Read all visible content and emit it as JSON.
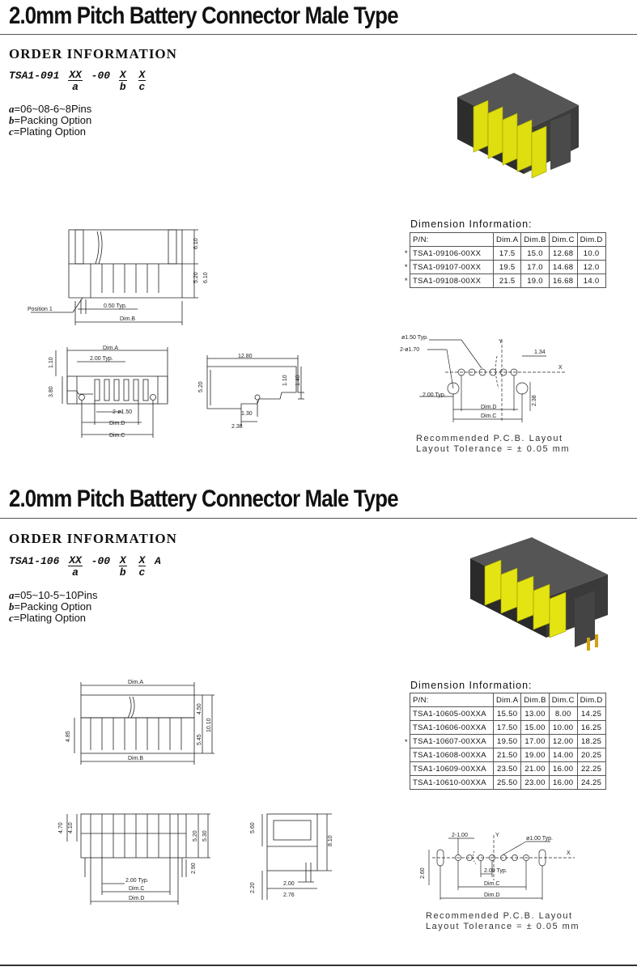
{
  "sections": [
    {
      "title": "2.0mm Pitch Battery Connector Male Type",
      "order_heading": "ORDER  INFORMATION",
      "pn_prefix": "TSA1-091",
      "pn_a": "XX",
      "pn_a_label": "a",
      "pn_mid": "-00",
      "pn_b": "X",
      "pn_b_label": "b",
      "pn_c": "X",
      "pn_c_label": "c",
      "pn_suffix": "",
      "options": [
        {
          "key": "a",
          "text": "=06~08-6~8Pins"
        },
        {
          "key": "b",
          "text": "=Packing  Option"
        },
        {
          "key": "c",
          "text": "=Plating  Option"
        }
      ],
      "dimension_heading": "Dimension  Information:",
      "table_header": [
        "P/N:",
        "Dim.A",
        "Dim.B",
        "Dim.C",
        "Dim.D"
      ],
      "table_rows": [
        {
          "star": "*",
          "cells": [
            "TSA1-09106-00XX",
            "17.5",
            "15.0",
            "12.68",
            "10.0"
          ]
        },
        {
          "star": "*",
          "cells": [
            "TSA1-09107-00XX",
            "19.5",
            "17.0",
            "14.68",
            "12.0"
          ]
        },
        {
          "star": "*",
          "cells": [
            "TSA1-09108-00XX",
            "21.5",
            "19.0",
            "16.68",
            "14.0"
          ]
        }
      ],
      "labels": {
        "d610": "6.10",
        "d520": "5.20",
        "d610b": "6.10",
        "position1": "Position 1",
        "d050": "0.50 Typ.",
        "dimB": "Dim.B",
        "dimA": "Dim.A",
        "d200typ": "2.00 Typ.",
        "d110": "1.10",
        "d380": "3.80",
        "d2phi150": "2-ø1.50",
        "dimD": "Dim.D",
        "dimC": "Dim.C",
        "d1280": "12.80",
        "d520s": "5.20",
        "d110s": "1.10",
        "d140": "1.40",
        "d130": "1.30",
        "d238": "2.38",
        "phi150typ": "ø1.50 Typ.",
        "d2phi170": "2-ø1.70",
        "d134": "1.34",
        "d200typb": "2.00 Typ.",
        "d238b": "2.38",
        "dimDp": "Dim.D",
        "dimCp": "Dim.C",
        "axisX": "X",
        "axisY": "Y"
      },
      "pcb_line1": "Recommended    P.C.B.  Layout",
      "pcb_line2": "Layout  Tolerance  =  ±  0.05  mm"
    },
    {
      "title": "2.0mm Pitch Battery Connector Male Type",
      "order_heading": "ORDER  INFORMATION",
      "pn_prefix": "TSA1-106",
      "pn_a": "XX",
      "pn_a_label": "a",
      "pn_mid": "-00",
      "pn_b": "X",
      "pn_b_label": "b",
      "pn_c": "X",
      "pn_c_label": "c",
      "pn_suffix": "A",
      "options": [
        {
          "key": "a",
          "text": "=05~10-5~10Pins"
        },
        {
          "key": "b",
          "text": "=Packing  Option"
        },
        {
          "key": "c",
          "text": "=Plating  Option"
        }
      ],
      "dimension_heading": "Dimension  Information:",
      "table_header": [
        "P/N:",
        "Dim.A",
        "Dim.B",
        "Dim.C",
        "Dim.D"
      ],
      "table_rows": [
        {
          "star": "",
          "cells": [
            "TSA1-10605-00XXA",
            "15.50",
            "13.00",
            "8.00",
            "14.25"
          ]
        },
        {
          "star": "",
          "cells": [
            "TSA1-10606-00XXA",
            "17.50",
            "15.00",
            "10.00",
            "16.25"
          ]
        },
        {
          "star": "*",
          "cells": [
            "TSA1-10607-00XXA",
            "19.50",
            "17.00",
            "12.00",
            "18.25"
          ]
        },
        {
          "star": "",
          "cells": [
            "TSA1-10608-00XXA",
            "21.50",
            "19.00",
            "14.00",
            "20.25"
          ]
        },
        {
          "star": "",
          "cells": [
            "TSA1-10609-00XXA",
            "23.50",
            "21.00",
            "16.00",
            "22.25"
          ]
        },
        {
          "star": "",
          "cells": [
            "TSA1-10610-00XXA",
            "25.50",
            "23.00",
            "16.00",
            "24.25"
          ]
        }
      ],
      "labels": {
        "dimA": "Dim.A",
        "d450": "4.50",
        "d1010": "10.10",
        "d485": "4.85",
        "d545": "5.45",
        "dimB": "Dim.B",
        "d470": "4.70",
        "d410": "4.10",
        "d520": "5.20",
        "d530": "5.30",
        "d290": "2.90",
        "d200typ": "2.00 Typ.",
        "dimC": "Dim.C",
        "dimD": "Dim.D",
        "d560": "5.60",
        "d810": "8.10",
        "d220": "2.20",
        "d200": "2.00",
        "d276": "2.76",
        "d2100": "2-1.00",
        "phi100typ": "ø1.00 Typ.",
        "d260": "2.60",
        "d200typb": "2.00 Typ.",
        "dimCp": "Dim.C",
        "dimDp": "Dim.D",
        "axisX": "X",
        "axisY": "Y"
      },
      "pcb_line1": "Recommended    P.C.B.  Layout",
      "pcb_line2": "Layout  Tolerance  =  ±  0.05  mm"
    }
  ]
}
